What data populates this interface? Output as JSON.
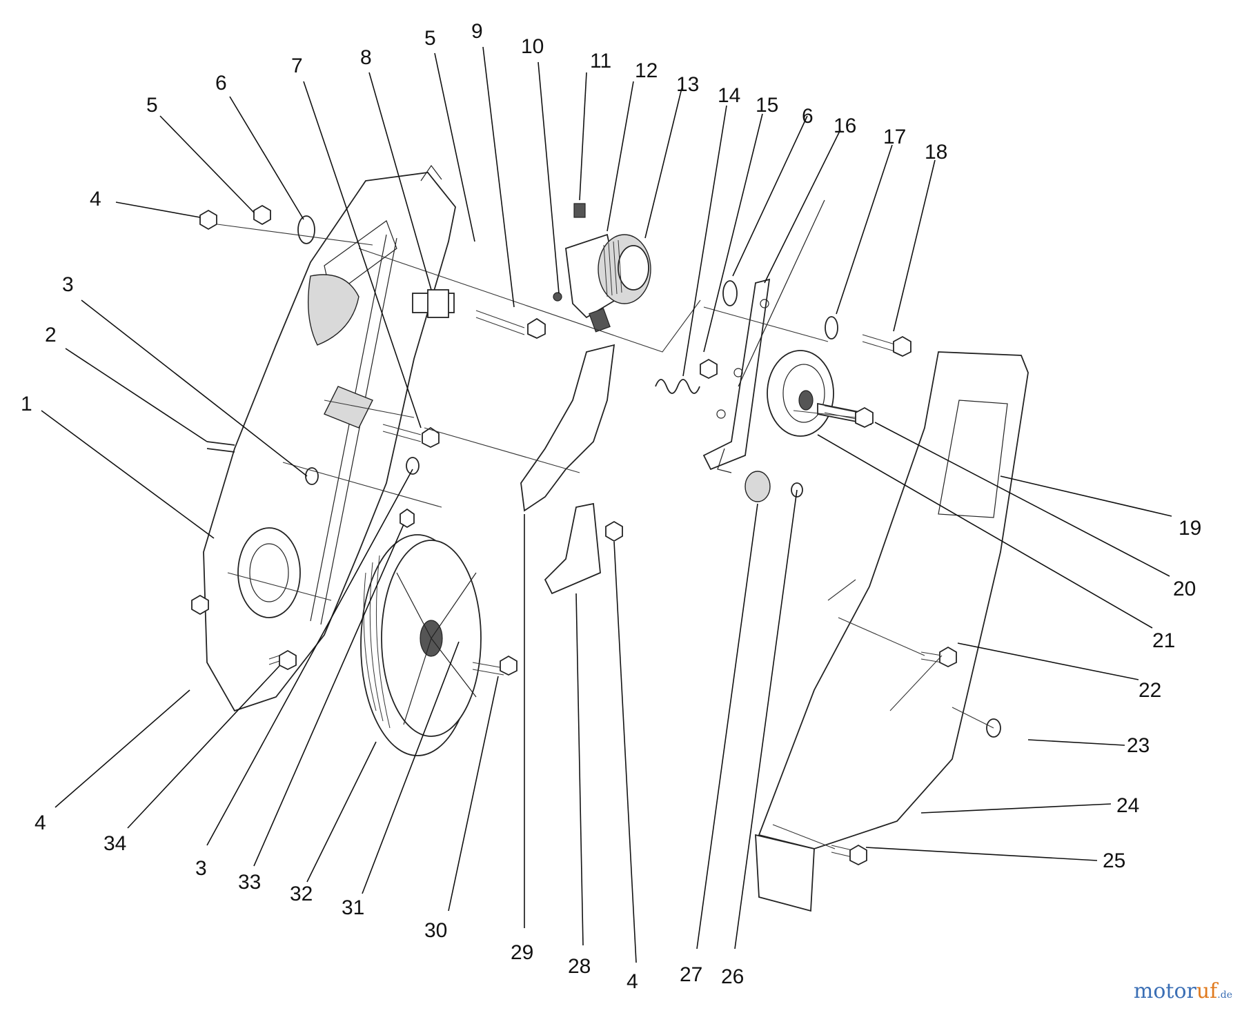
{
  "callouts": [
    {
      "id": "c1",
      "label": "1"
    },
    {
      "id": "c2",
      "label": "2"
    },
    {
      "id": "c3a",
      "label": "3"
    },
    {
      "id": "c4a",
      "label": "4"
    },
    {
      "id": "c5a",
      "label": "5"
    },
    {
      "id": "c6a",
      "label": "6"
    },
    {
      "id": "c7",
      "label": "7"
    },
    {
      "id": "c8",
      "label": "8"
    },
    {
      "id": "c5b",
      "label": "5"
    },
    {
      "id": "c9",
      "label": "9"
    },
    {
      "id": "c10",
      "label": "10"
    },
    {
      "id": "c11",
      "label": "11"
    },
    {
      "id": "c12",
      "label": "12"
    },
    {
      "id": "c13",
      "label": "13"
    },
    {
      "id": "c14",
      "label": "14"
    },
    {
      "id": "c15",
      "label": "15"
    },
    {
      "id": "c6b",
      "label": "6"
    },
    {
      "id": "c16",
      "label": "16"
    },
    {
      "id": "c17",
      "label": "17"
    },
    {
      "id": "c18",
      "label": "18"
    },
    {
      "id": "c19",
      "label": "19"
    },
    {
      "id": "c20",
      "label": "20"
    },
    {
      "id": "c21",
      "label": "21"
    },
    {
      "id": "c22",
      "label": "22"
    },
    {
      "id": "c23",
      "label": "23"
    },
    {
      "id": "c24",
      "label": "24"
    },
    {
      "id": "c25",
      "label": "25"
    },
    {
      "id": "c26",
      "label": "26"
    },
    {
      "id": "c27",
      "label": "27"
    },
    {
      "id": "c4b",
      "label": "4"
    },
    {
      "id": "c28",
      "label": "28"
    },
    {
      "id": "c29",
      "label": "29"
    },
    {
      "id": "c30",
      "label": "30"
    },
    {
      "id": "c31",
      "label": "31"
    },
    {
      "id": "c32",
      "label": "32"
    },
    {
      "id": "c33",
      "label": "33"
    },
    {
      "id": "c3b",
      "label": "3"
    },
    {
      "id": "c34",
      "label": "34"
    },
    {
      "id": "c4c",
      "label": "4"
    }
  ],
  "watermark": {
    "part1": "motor",
    "part2": "uf",
    "suffix": ".de"
  }
}
